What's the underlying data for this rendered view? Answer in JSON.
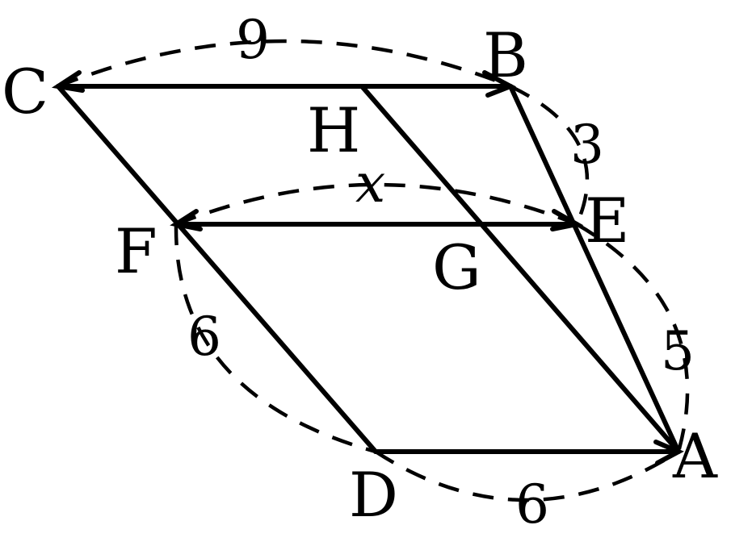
{
  "points": {
    "A": "A",
    "B": "B",
    "C": "C",
    "D": "D",
    "E": "E",
    "F": "F",
    "G": "G",
    "H": "H"
  },
  "measures": {
    "CB": "9",
    "BE": "3",
    "EA": "5",
    "FD": "6",
    "DA": "6",
    "FE": "x"
  }
}
